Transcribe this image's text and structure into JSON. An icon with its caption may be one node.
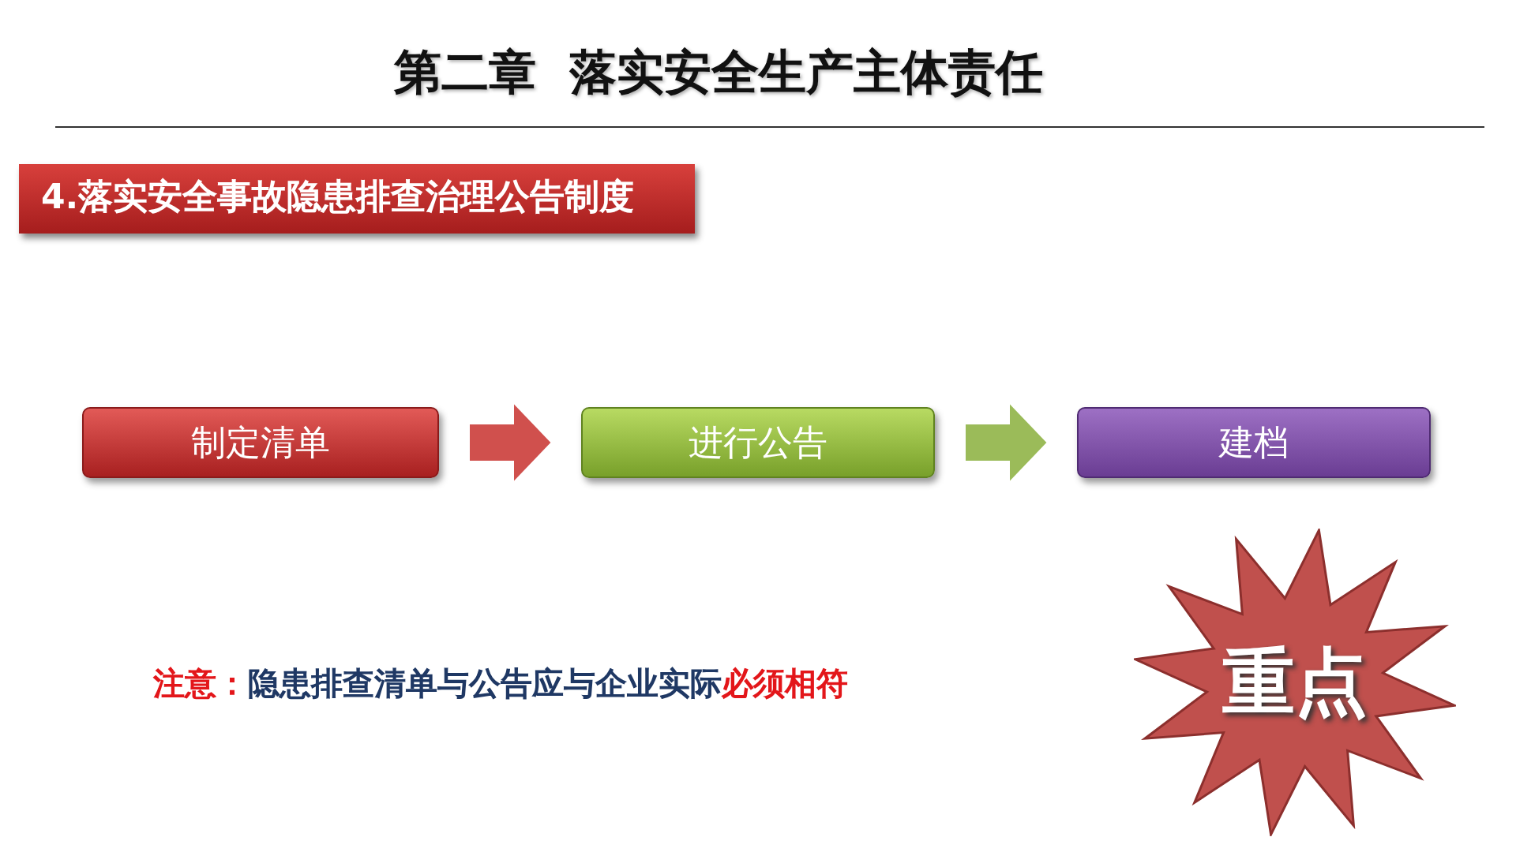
{
  "diagram": {
    "title": "第二章  落实安全生产主体责任",
    "nodes": [
      {
        "text": [
          "制定清单"
        ]
      },
      {
        "text": [
          "进行公告"
        ]
      },
      {
        "text": [
          "建档"
        ]
      },
      {
        "text": [
          "重点"
        ]
      }
    ],
    "edges": [
      {
        "from": 0,
        "to": 1,
        "arrow": "to",
        "color": "#d0504d"
      },
      {
        "from": 1,
        "to": 2,
        "arrow": "to",
        "color": "#9bbb59"
      }
    ],
    "labels": [
      "4.落实安全事故隐患排查治理公告制度",
      "**注意：**隐患排查清单与公告应与企业实际**必须相符**"
    ]
  }
}
